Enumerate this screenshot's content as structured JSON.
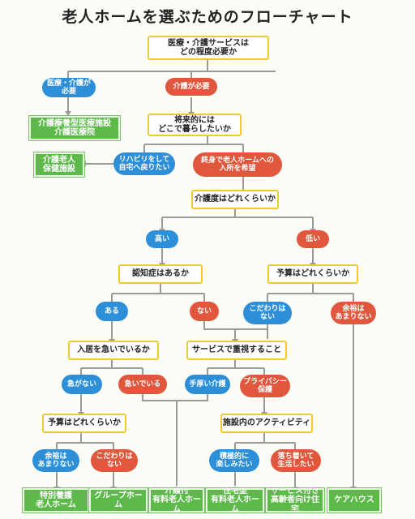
{
  "title": "老人ホームを選ぶためのフローチャート",
  "nodes": {
    "q_need_care": "医療・介護サービスは\nどの程度必要か",
    "medical_care": "医療・介護が\n必要",
    "care_needed": "介護が必要",
    "r_medical_facility": "介護療養型医療施設\n介護医療院",
    "q_where_live": "将来的には\nどこで暮らしたいか",
    "r_roken": "介護老人\n保健施設",
    "rehab_home": "リハビリをして\n自宅へ戻りたい",
    "lifelong_home": "終身で老人ホームへの\n入所を希望",
    "q_care_level": "介護度はどれくらいか",
    "high": "高い",
    "low": "低い",
    "q_dementia": "認知症はあるか",
    "q_budget": "予算はどれくらいか",
    "dementia_yes": "ある",
    "dementia_no": "ない",
    "no_preference": "こだわりは\nない",
    "no_margin_right": "余裕は\nあまりない",
    "q_urgent": "入居を急いでいるか",
    "q_service_focus": "サービスで重視すること",
    "not_urgent": "急がない",
    "urgent": "急いでいる",
    "generous_care": "手厚い介護",
    "privacy": "プライバシー\n保護",
    "q_budget2": "予算はどれくらいか",
    "q_activity": "施設内のアクティビティ",
    "no_margin_left": "余裕は\nあまりない",
    "no_preference2": "こだわりは\nない",
    "enjoy_active": "積極的に\n楽しみたい",
    "calm_life": "落ち着いて\n生活したい",
    "r_tokuyou": "特別養護\n老人ホーム",
    "r_group_home": "グループホーム",
    "r_care_private": "介護付\n有料老人ホーム",
    "r_residential": "住宅型\n有料老人ホーム",
    "r_sakoju": "サービス付き\n高齢者向け住宅",
    "r_care_house": "ケアハウス"
  },
  "colors": {
    "question_border": "#f2c92d",
    "blue": "#2d8fd8",
    "red": "#e0573e",
    "green": "#5db94a",
    "line": "#999999"
  }
}
